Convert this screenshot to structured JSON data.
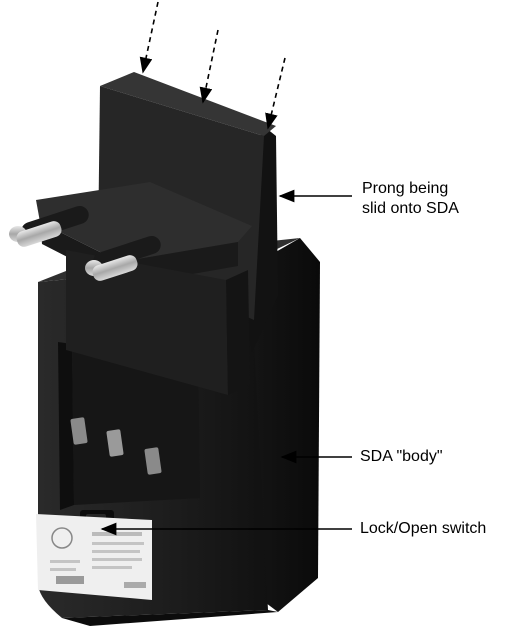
{
  "callouts": {
    "prong_line1": "Prong being",
    "prong_line2": "slid onto SDA",
    "body": "SDA \"body\"",
    "switch": "Lock/Open switch"
  },
  "colors": {
    "device_dark": "#1b1b1b",
    "device_mid": "#2c2c2c",
    "pin_metal": "#c9c9c9",
    "label_white": "#f0f0f0",
    "arrow": "#000000"
  }
}
